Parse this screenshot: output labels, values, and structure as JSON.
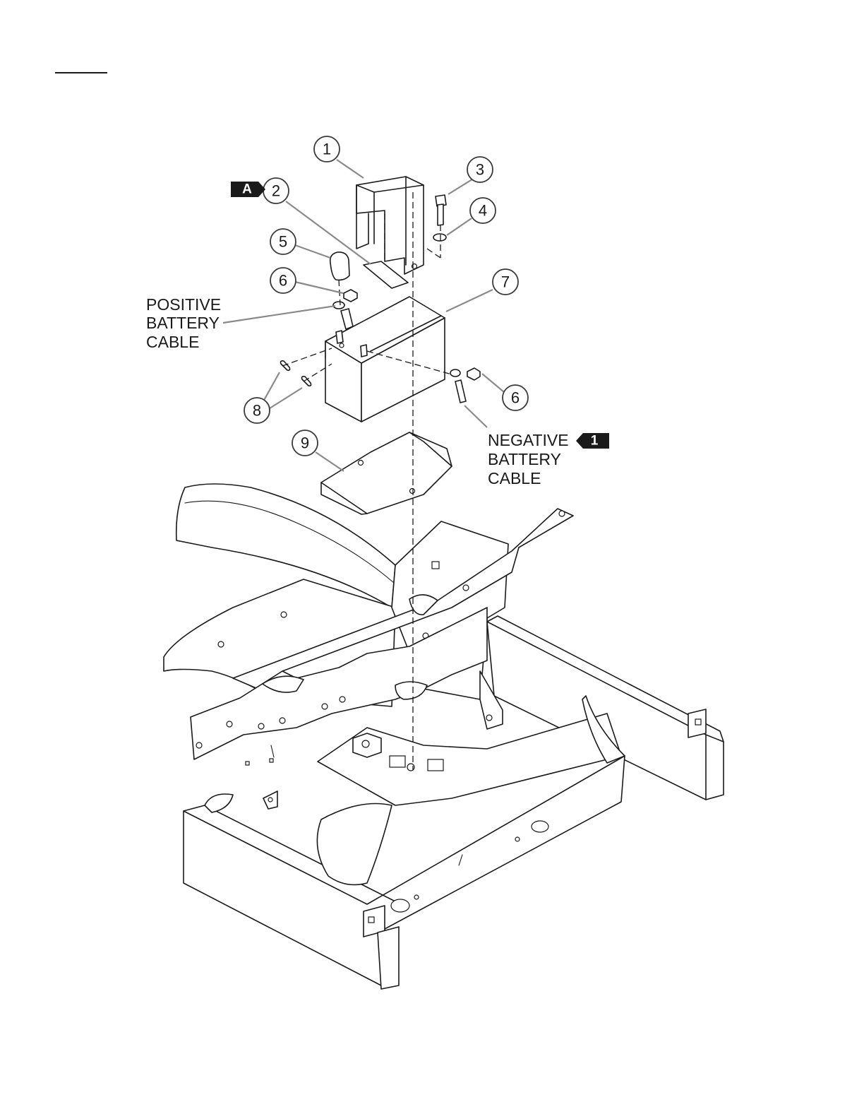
{
  "callouts": {
    "c1": "1",
    "c2": "2",
    "c3": "3",
    "c4": "4",
    "c5": "5",
    "c6a": "6",
    "c6b": "6",
    "c7": "7",
    "c8": "8",
    "c9": "9"
  },
  "tags": {
    "tag_a": "A",
    "tag_1": "1"
  },
  "labels": {
    "positive": [
      "POSITIVE",
      "BATTERY",
      "CABLE"
    ],
    "negative": [
      "NEGATIVE",
      "BATTERY",
      "CABLE"
    ]
  },
  "colors": {
    "line": "#1a1a1a",
    "leader": "#8a8a8a",
    "tag": "#1a1a1a"
  }
}
